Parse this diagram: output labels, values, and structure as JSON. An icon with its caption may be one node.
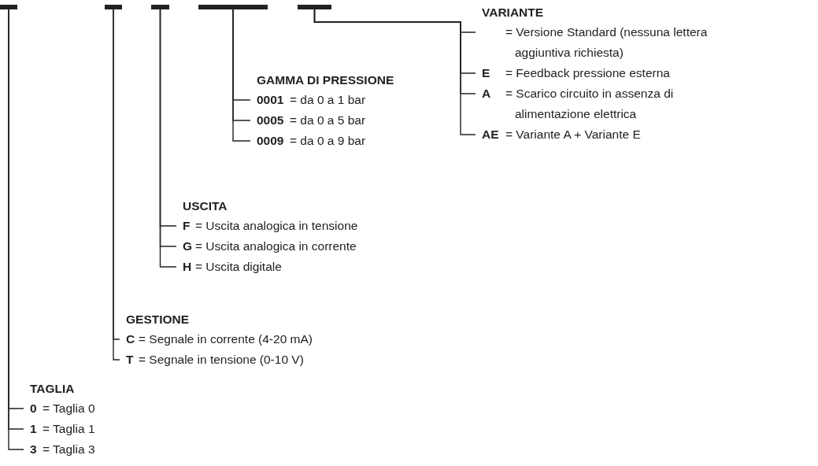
{
  "diagram": {
    "nodes": [
      {
        "text": [],
        "shape": "bar"
      },
      {
        "text": [],
        "shape": "bar"
      },
      {
        "text": [],
        "shape": "bar"
      },
      {
        "text": [],
        "shape": "bar"
      },
      {
        "text": [],
        "shape": "bar"
      },
      {
        "text": [
          "= Versione Standard (nessuna lettera aggiuntiva richiesta)"
        ]
      },
      {
        "text": [
          "E",
          "= Feedback pressione esterna"
        ]
      },
      {
        "text": [
          "A",
          "= Scarico circuito in assenza di alimentazione elettrica"
        ]
      },
      {
        "text": [
          "AE",
          "= Variante A + Variante E"
        ]
      },
      {
        "text": [
          "0001",
          "= da 0 a 1 bar"
        ]
      },
      {
        "text": [
          "0005",
          "= da 0 a 5 bar"
        ]
      },
      {
        "text": [
          "0009",
          "= da 0 a 9 bar"
        ]
      },
      {
        "text": [
          "F",
          "= Uscita analogica in tensione"
        ]
      },
      {
        "text": [
          "G",
          "= Uscita analogica in corrente"
        ]
      },
      {
        "text": [
          "H",
          "= Uscita digitale"
        ]
      },
      {
        "text": [
          "C",
          "= Segnale in corrente (4-20 mA)"
        ]
      },
      {
        "text": [
          "T",
          "= Segnale in tensione (0-10 V)"
        ]
      },
      {
        "text": [
          "0",
          "= Taglia 0"
        ]
      },
      {
        "text": [
          "1",
          "= Taglia 1"
        ]
      },
      {
        "text": [
          "3",
          "= Taglia 3"
        ]
      }
    ],
    "edges": [
      {
        "from": 4,
        "to": 5,
        "arrow": "none"
      },
      {
        "from": 4,
        "to": 6,
        "arrow": "none"
      },
      {
        "from": 4,
        "to": 7,
        "arrow": "none"
      },
      {
        "from": 4,
        "to": 8,
        "arrow": "none"
      },
      {
        "from": 3,
        "to": 9,
        "arrow": "none"
      },
      {
        "from": 3,
        "to": 10,
        "arrow": "none"
      },
      {
        "from": 3,
        "to": 11,
        "arrow": "none"
      },
      {
        "from": 2,
        "to": 12,
        "arrow": "none"
      },
      {
        "from": 2,
        "to": 13,
        "arrow": "none"
      },
      {
        "from": 2,
        "to": 14,
        "arrow": "none"
      },
      {
        "from": 1,
        "to": 15,
        "arrow": "none"
      },
      {
        "from": 1,
        "to": 16,
        "arrow": "none"
      },
      {
        "from": 0,
        "to": 17,
        "arrow": "none"
      },
      {
        "from": 0,
        "to": 18,
        "arrow": "none"
      },
      {
        "from": 0,
        "to": 19,
        "arrow": "none"
      }
    ],
    "labels": [
      "VARIANTE",
      "GAMMA DI PRESSIONE",
      "USCITA",
      "GESTIONE",
      "TAGLIA"
    ]
  }
}
